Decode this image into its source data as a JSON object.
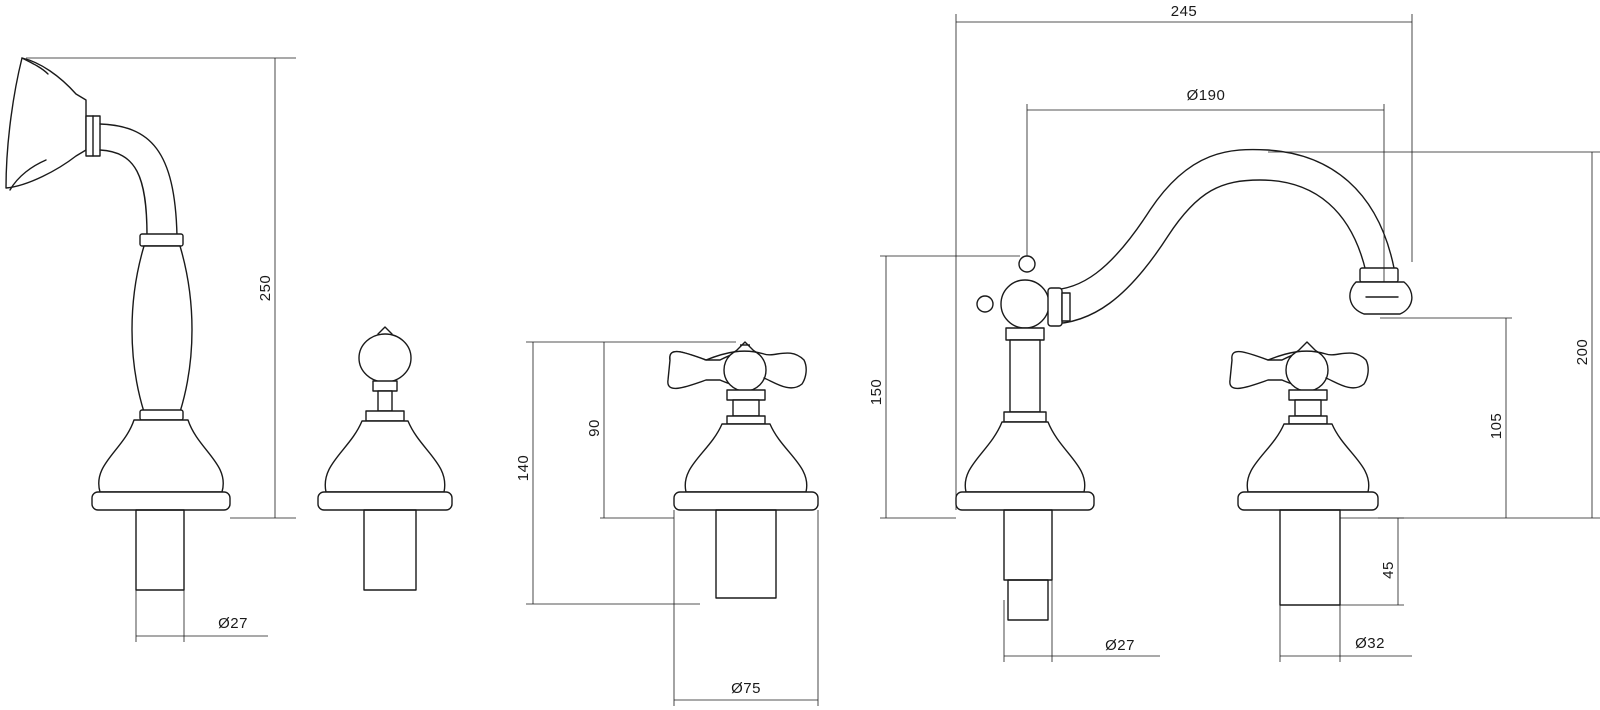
{
  "dimensions": {
    "hand_shower_height": "250",
    "hand_shower_thread_dia": "Ø27",
    "tap_overall_height": "140",
    "tap_body_height": "90",
    "tap_base_dia": "Ø75",
    "spout_total_width": "245",
    "spout_reach": "Ø190",
    "spout_lever_height": "150",
    "spout_total_height": "200",
    "spout_outlet_height": "105",
    "spout_thread_dia": "Ø27",
    "tap_thread_length": "45",
    "tap_thread_dia": "Ø32"
  },
  "colors": {
    "line": "#1a1a1a",
    "background": "#ffffff"
  }
}
